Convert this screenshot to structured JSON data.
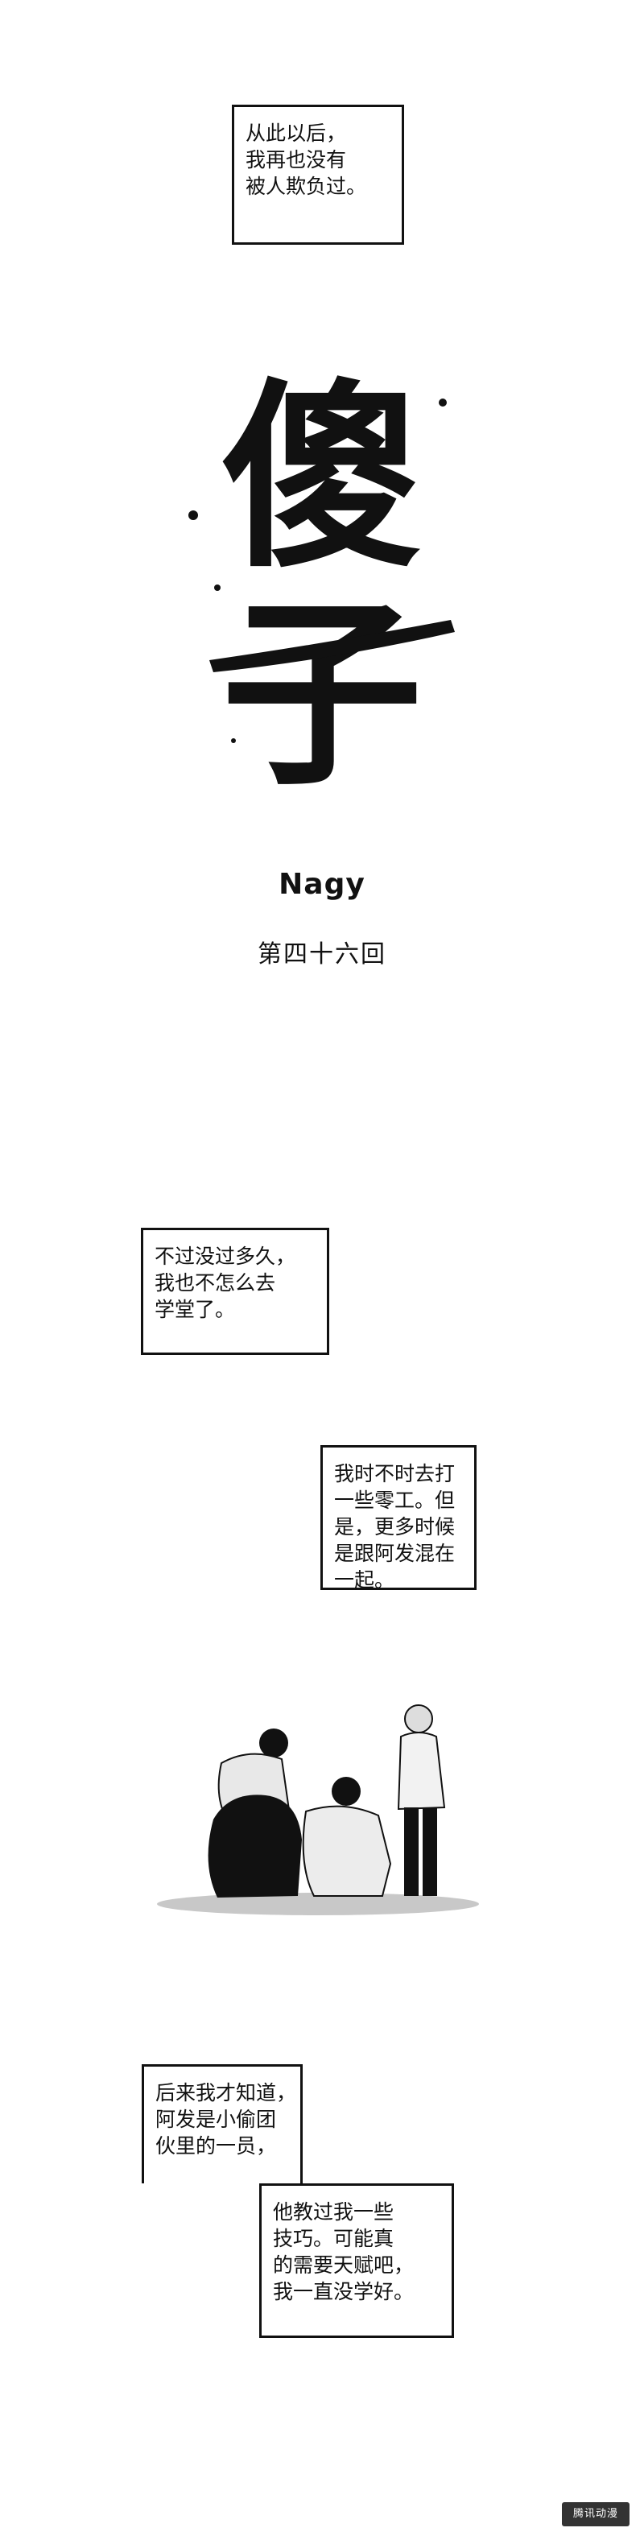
{
  "captions": {
    "c1": "从此以后，\n我再也没有\n被人欺负过。",
    "c2": "不过没过多久，\n我也不怎么去\n学堂了。",
    "c3": "我时不时去打\n一些零工。但\n是，更多时候\n是跟阿发混在\n一起。",
    "c4": "后来我才知道，\n阿发是小偷团\n伙里的一员，",
    "c5": "他教过我一些\n技巧。可能真\n的需要天赋吧，\n我一直没学好。"
  },
  "title": {
    "line1": "傻",
    "line2": "子"
  },
  "author": "Nagy",
  "chapter": "第四十六回",
  "watermark": "腾讯动漫",
  "colors": {
    "ink": "#111111",
    "paper": "#ffffff",
    "shadow": "#9a9a9a"
  }
}
